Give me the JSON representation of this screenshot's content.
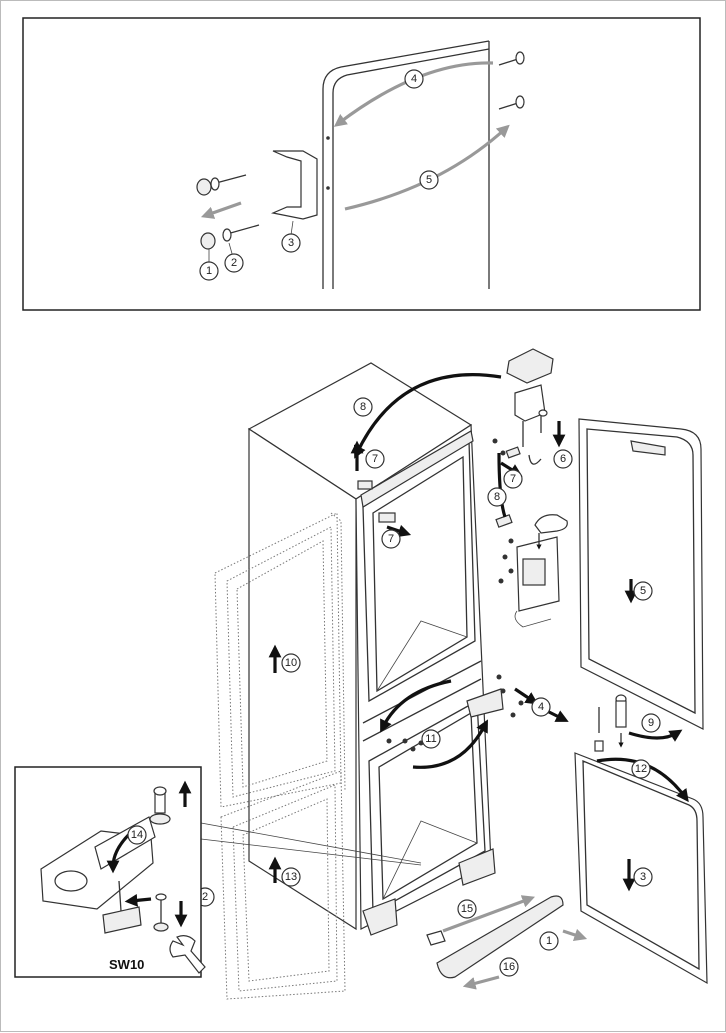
{
  "colors": {
    "line": "#333333",
    "gray_arrow": "#999999",
    "black_arrow": "#111111",
    "panel_fill": "#eeeeee"
  },
  "top_panel": {
    "callouts": [
      "1",
      "2",
      "3",
      "4",
      "5"
    ]
  },
  "main_panel": {
    "callouts": [
      "1",
      "2",
      "3",
      "4",
      "5",
      "6",
      "7",
      "7",
      "7",
      "8",
      "8",
      "9",
      "10",
      "11",
      "12",
      "13",
      "14",
      "15",
      "16"
    ]
  },
  "inset": {
    "tool_label": "SW10",
    "callouts": [
      "2",
      "14"
    ]
  },
  "icons": [
    "screw-icon",
    "cap-icon",
    "hand-icon",
    "wrench-icon",
    "arrow-icon"
  ]
}
